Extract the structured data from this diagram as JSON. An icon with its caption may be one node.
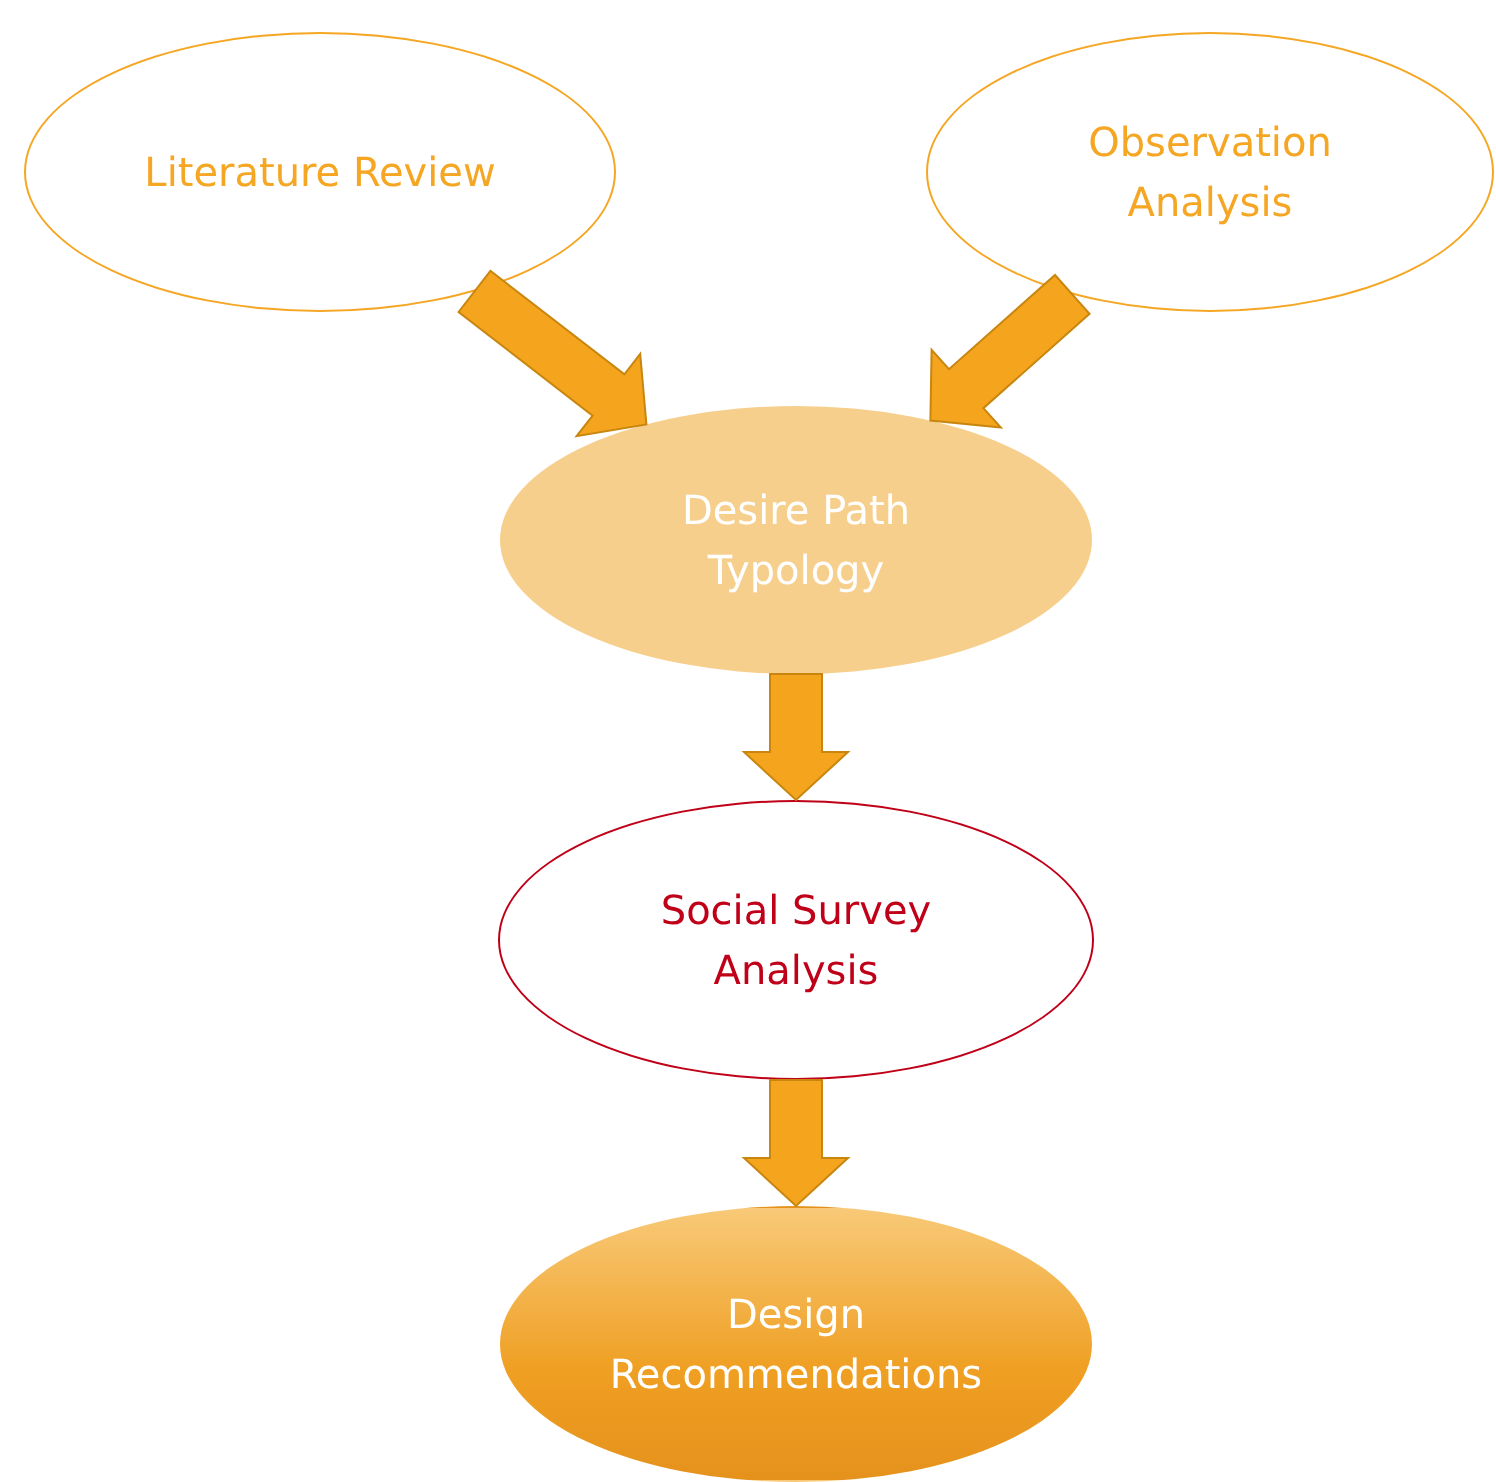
{
  "diagram": {
    "nodes": [
      {
        "text": [
          "Literature Review"
        ]
      },
      {
        "text": [
          "Observation Analysis"
        ]
      },
      {
        "text": [
          "Desire Path Typology"
        ]
      },
      {
        "text": [
          "Social Survey Analysis"
        ]
      },
      {
        "text": [
          "Design Recommendations"
        ]
      }
    ],
    "edges": [
      {
        "from": 0,
        "to": 2,
        "arrow": "to"
      },
      {
        "from": 1,
        "to": 2,
        "arrow": "to"
      },
      {
        "from": 2,
        "to": 3,
        "arrow": "to"
      },
      {
        "from": 3,
        "to": 4,
        "arrow": "to"
      }
    ]
  }
}
